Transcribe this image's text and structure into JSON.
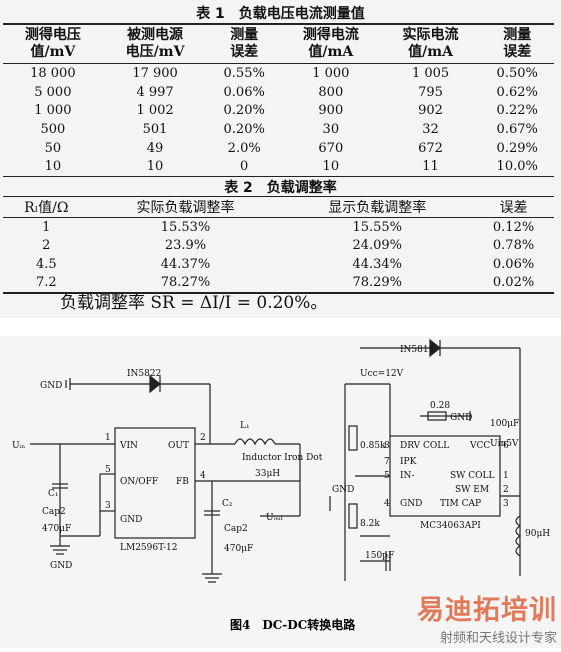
{
  "table1": {
    "caption": "表 1　负载电压电流测量值",
    "headers": [
      "测得电压\n值/mV",
      "被测电源\n电压/mV",
      "测量\n误差",
      "测得电流\n值/mA",
      "实际电流\n值/mA",
      "测量\n误差"
    ],
    "rows": [
      [
        "18 000",
        "17 900",
        "0.55%",
        "1 000",
        "1 005",
        "0.50%"
      ],
      [
        "5 000",
        "4 997",
        "0.06%",
        "800",
        "795",
        "0.62%"
      ],
      [
        "1 000",
        "1 002",
        "0.20%",
        "900",
        "902",
        "0.22%"
      ],
      [
        "500",
        "501",
        "0.20%",
        "30",
        "32",
        "0.67%"
      ],
      [
        "50",
        "49",
        "2.0%",
        "670",
        "672",
        "0.29%"
      ],
      [
        "10",
        "10",
        "0",
        "10",
        "11",
        "10.0%"
      ]
    ]
  },
  "table2": {
    "caption": "表 2　负载调整率",
    "headers": [
      "Rₗ值/Ω",
      "实际负载调整率",
      "显示负载调整率",
      "误差"
    ],
    "rows": [
      [
        "1",
        "15.53%",
        "15.55%",
        "0.12%"
      ],
      [
        "2",
        "23.9%",
        "24.09%",
        "0.78%"
      ],
      [
        "4.5",
        "44.37%",
        "44.34%",
        "0.06%"
      ],
      [
        "7.2",
        "78.27%",
        "78.29%",
        "0.02%"
      ]
    ]
  },
  "formula": "负载调整率 SR = ΔI/I = 0.20%。",
  "circuit": {
    "gnd": "GND",
    "in5822": "IN5822",
    "in5819": "IN5819",
    "uin": "Uᵢₙ",
    "uout": "Uₒᵤₜ",
    "ucc": "Ucc=12V",
    "l1": "L₁",
    "inductor": "Inductor Iron Dot",
    "inductance": "33μH",
    "c1": "C₁",
    "cap2": "Cap2",
    "c1val": "470μF",
    "c2": "C₂",
    "c2val": "470μF",
    "chip1": "LM2596T-12",
    "vin": "VIN",
    "out": "OUT",
    "onoff": "ON/OFF",
    "fb": "FB",
    "gndpin": "GND",
    "p1": "1",
    "p2": "2",
    "p3": "3",
    "p4": "4",
    "p5": "5",
    "r028": "0.28",
    "r085k": "0.85k",
    "r82k": "8.2k",
    "c100uf": "100μF",
    "uin5v": "Uin5V",
    "c150pf": "150pF",
    "l90uh": "90μH",
    "chip2": "MC34063API",
    "drv": "DRV COLL",
    "vcc": "VCC",
    "ipk": "IPK",
    "inm": "IN-",
    "swcoll": "SW COLL",
    "swem": "SW EM",
    "timcap": "TIM CAP",
    "gnd2": "GND",
    "q8": "8",
    "q7": "7",
    "q5": "5",
    "q4": "4",
    "q6": "6",
    "q1": "1",
    "q2": "2",
    "q3": "3"
  },
  "figure_caption": "图4　DC-DC转换电路",
  "watermark": {
    "title": "易迪拓培训",
    "subtitle": "射频和天线设计专家"
  }
}
